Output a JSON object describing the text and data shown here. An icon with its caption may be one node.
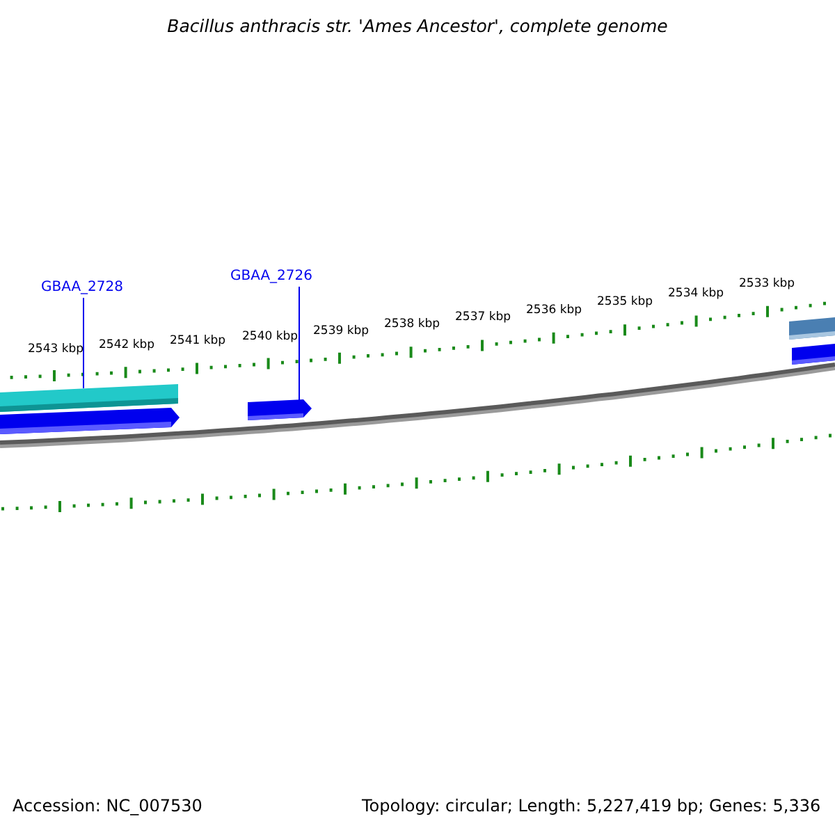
{
  "diagram": {
    "title": "Bacillus anthracis str. 'Ames Ancestor', complete genome",
    "nodes": [
      {
        "text": [
          "GBAA_2728"
        ]
      },
      {
        "text": [
          "GBAA_2726"
        ]
      },
      {
        "text": [],
        "shape": "bar"
      },
      {
        "text": [],
        "shape": "arrow"
      },
      {
        "text": [],
        "shape": "arrow"
      },
      {
        "text": [],
        "shape": "bar"
      },
      {
        "text": [],
        "shape": "bar"
      }
    ],
    "edges": [
      {
        "from": 0,
        "to": 2,
        "arrow": "none"
      },
      {
        "from": 1,
        "to": 4,
        "arrow": "none"
      }
    ],
    "labels": [
      "2543 kbp",
      "2542 kbp",
      "2541 kbp",
      "2540 kbp",
      "2539 kbp",
      "2538 kbp",
      "2537 kbp",
      "2536 kbp",
      "2535 kbp",
      "2534 kbp",
      "2533 kbp",
      "Accession: NC_007530",
      "Topology: circular; Length: 5,227,419 bp; Genes: 5,336"
    ]
  }
}
